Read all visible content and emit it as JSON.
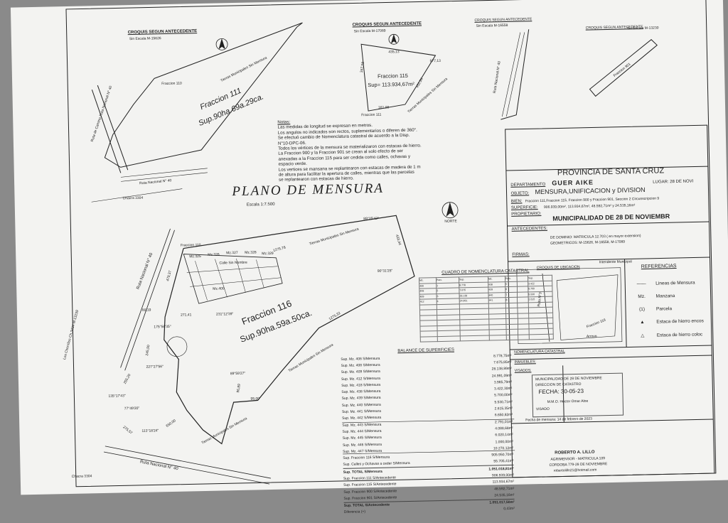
{
  "sketches": {
    "m15626": {
      "title": "CROQUIS SEGUN ANTECEDENTE",
      "scale": "Sin Escala M-15626",
      "fraccion": "Fraccion 111",
      "sup": "Sup.90ha.69a.29ca.",
      "frac110": "Fraccion 110",
      "road": "Ruta Nacional N° 40",
      "tierras": "Tierras Municipales Sin Mensura",
      "camino": "Ruta de Camino Ruta Nacional N° 40"
    },
    "m17089": {
      "title": "CROQUIS SEGUN ANTECEDENTE",
      "scale": "Sin Escala M-17089",
      "fraccion": "Fraccion 115",
      "sup": "Sup= 113.934,67m²",
      "frac111": "Fraccion 111",
      "tierras": "Tierras Municipales Sin Mensura",
      "dims": [
        "435,13",
        "347,58",
        "452,54",
        "161,09",
        "577,13"
      ]
    },
    "m16558": {
      "title": "CROQUIS SEGUN ANTECEDENTE",
      "scale": "Sin Escala M-16558",
      "road": "Ruta Nacional N° 40"
    },
    "m13230": {
      "title": "CROQUIS SEGUN ANTECEDENTE",
      "scale": "Sin Escala M-13230",
      "fraccion": "Fraccion 901"
    }
  },
  "notes": {
    "heading": "Notas:",
    "lines": [
      "Las medidas de longitud se expresan en metros.",
      "Los angulos no indicados son rectos, suplementarios o diferen de 360°.",
      "Se efectuó cambio de Nomenclatura catastral de acuerdo a la Disp.",
      "N°10-DPC-06.",
      "Todos los vértices de la mensura se materializaron con estacas de hierro.",
      "La Fraccion 900 y la Fraccion 901 se crean al solo efecto de ser",
      "anexadas a la Fraccion 115 para ser cedida como calles, ochavas y",
      "espacio verde.",
      "Los vertices se mansana se replantearon con estacas de madera de 1 m",
      "de altura para facilitar la apertura de calles, mientras que las parcelas",
      "se replantearon con estacas de hierro."
    ]
  },
  "plan": {
    "title": "PLANO  DE  MENSURA",
    "scale": "Escala 1:7.500",
    "fraccion": "Fraccion 116",
    "sup": "Sup.90ha.59a.50ca.",
    "road_main": "Ruta Nacional N° 40",
    "road_lower": "Ruta Nacional N° 40",
    "chacra_top": "Chacra 3304",
    "chacra_bottom": "Chacra 3304",
    "los_chorrillos": "Los Chorrillos Ch.3434 M-13239",
    "tierras_right": "Tierras Municipales Sin Mensura",
    "tierras_bottom": "Tierras Municipales Sin Mensura",
    "tierras_mid": "Tierras Municipales Sin Mensura",
    "frac_label": "Fraccion 110",
    "manzanas": [
      "Mz.325",
      "Mz.326",
      "Mz.327",
      "Mz.328",
      "Mz.329"
    ],
    "mz_mid": "Mz.400",
    "calle": "Calle Sin Nombre",
    "dims": [
      "1275,78",
      "1275,32",
      "89°25'42\"",
      "90°31'25\"",
      "433,44",
      "479,37",
      "80,19",
      "271,41",
      "231°12'39\"",
      "175°56'35\"",
      "245,90",
      "227°27'56\"",
      "255,20",
      "135°17'43\"",
      "89°59'27\"",
      "96,89",
      "95,00",
      "650,00",
      "113°18'24\"",
      "275,57",
      "77°49'20\""
    ]
  },
  "cuadro": {
    "title": "CUADRO DE NOMENCLATURA CATASTRAL",
    "cells": [
      "Mz.",
      "Parc.",
      "Sup.",
      "Mz.",
      "Parc.",
      "Sup.",
      "406",
      "1",
      "8.778",
      "438",
      "5",
      "3.422",
      "408",
      "2",
      "7.675",
      "439",
      "6",
      "5.700",
      "409",
      "3",
      "28.138",
      "440",
      "7",
      "5.530",
      "412",
      "4",
      "24.991",
      "441",
      "8",
      "2.615"
    ]
  },
  "balance": {
    "title": "BALANCE DE SUPERFICIES",
    "rows": [
      {
        "label": "Sup. Mz. 406 S/Mensura",
        "value": "8.778,75m²"
      },
      {
        "label": "Sup. Mz. 408 S/Mensura",
        "value": "7.675,85m²"
      },
      {
        "label": "Sup. Mz. 409 S/Mensura",
        "value": "28.138,89m²"
      },
      {
        "label": "Sup. Mz. 412 S/Mensura",
        "value": "24.991,09m²"
      },
      {
        "label": "Sup. Mz. 418 S/Mensura",
        "value": "3.985,79m²"
      },
      {
        "label": "Sup. Mz. 438 S/Mensura",
        "value": "3.422,30m²"
      },
      {
        "label": "Sup. Mz. 439 S/Mensura",
        "value": "5.700,00m²"
      },
      {
        "label": "Sup. Mz. 440 S/Mensura",
        "value": "5.530,71m²"
      },
      {
        "label": "Sup. Mz. 441 S/Mensura",
        "value": "2.615,35m²"
      },
      {
        "label": "Sup. Mz. 442 S/Mensura",
        "value": "6.650,82m²"
      },
      {
        "label": "Sup. Mz. 443 S/Mensura",
        "value": "2.791,01m²"
      },
      {
        "label": "Sup. Mz. 444 S/Mensura",
        "value": "4.088,68m²"
      },
      {
        "label": "Sup. Mz. 445 S/Mensura",
        "value": "6.020,14m²"
      },
      {
        "label": "Sup. Mz. 446 S/Mensura",
        "value": "1.000,00m²"
      },
      {
        "label": "Sup. Mz. 447 S/Mensura",
        "value": "10.270,12m²"
      },
      {
        "label": "Sup. Fraccion 116 S/Mensura",
        "value": "905.950,70m²"
      },
      {
        "label": "Sup. Calles y Ochavas a ceder S/Mensura",
        "value": "55.705,41m²"
      }
    ],
    "total_mensura": {
      "label": "Sup. TOTAL S/Mensura",
      "value": "1.051.018,81m²"
    },
    "ante_rows": [
      {
        "label": "Sup. Fraccion 111 S/Antecedente",
        "value": "906.939,00m²"
      },
      {
        "label": "Sup. Fraccion 115 S/Antecedente",
        "value": "113.934,67m²"
      },
      {
        "label": "Sup. Fraccion 900 S/Antecedente",
        "value": "48.592,71m²"
      },
      {
        "label": "Sup. Fraccion 901 S/Antecedente",
        "value": "24.535,16m²"
      }
    ],
    "total_ante": {
      "label": "Sup. TOTAL S/Antecedente",
      "value": "1.051.017,50m²"
    },
    "diferencia": {
      "label": "Diferencia (+)",
      "value": "0,43m²"
    }
  },
  "titleblock": {
    "province": "PROVINCIA DE SANTA CRUZ",
    "dept_label": "DEPARTAMENTO",
    "dept": "GUER AIKE",
    "lugar": "LUGAR: 28 DE NOVI",
    "objeto_label": "OBJETO:",
    "objeto": "MENSURA,UNIFICACION y DIVISION",
    "bien_label": "BIEN:",
    "bien": "Fraccion 111,Fraccion 115, Fraccion 900 y Fraccion 901, Seccion 2 Circunscripcion 9",
    "superficie_label": "SUPERFICIE:",
    "superficie": "906.939,00m², 113.934,67m², 48.592,71m² y 24.535,16m²",
    "propietario_label": "PROPIETARIO:",
    "propietario": "MUNICIPALIDAD DE 28 DE NOVIEMBR",
    "antecedentes_label": "ANTECEDENTES:",
    "dominio": "DE DOMINIO: MATRICULA 12.703 ( en mayor extension)",
    "geometricos": "GEOMETRICOS: M-15626, M-16558, M-17089",
    "firmas_label": "FIRMAS:",
    "intendente": "Intendente Municipal",
    "croquis_label": "CROQUIS DE UBICACION",
    "referencias": "REFERENCIAS",
    "ref_items": [
      {
        "sym": "——",
        "text": "Lineas de Mensura"
      },
      {
        "sym": "Mz.",
        "text": "Manzana"
      },
      {
        "sym": "(1)",
        "text": "Parcela"
      },
      {
        "sym": "▲",
        "text": "Estaca de hierro encos"
      },
      {
        "sym": "△",
        "text": "Estaca de hierro coloc"
      }
    ],
    "nomenclatura": "NOMENCLATURA CATASTRAL",
    "inmuebles": "INMUEBLES:",
    "visados": "VISADOS:",
    "stamp_lines": [
      "MUNICIPALIDAD DE 28 DE NOVIEMBRE",
      "DIRECCION DE CATASTRO",
      "FECHA: 30-05-23",
      "M.M.O. Hector Omar Aloe",
      "VISADO"
    ],
    "fecha": "Fecha de mensura: 14 de febrero de 2023",
    "engineer": "ROBERTO A. LILLO",
    "eng1": "AGRIMENSOR - MATRICULA 109",
    "eng2": "CORDOBA 779-28 DE NOVIEMBRE",
    "eng3": "robertolillo21@hotmail.com",
    "norte": "NORTE",
    "croquis_labels": {
      "ruta": "Ruta N°3",
      "frac": "Fraccion 116",
      "arroyo": "Arroyo"
    }
  },
  "colors": {
    "paper": "#f3f3f1",
    "ink": "#222222",
    "frame": "#8a8a8a"
  }
}
